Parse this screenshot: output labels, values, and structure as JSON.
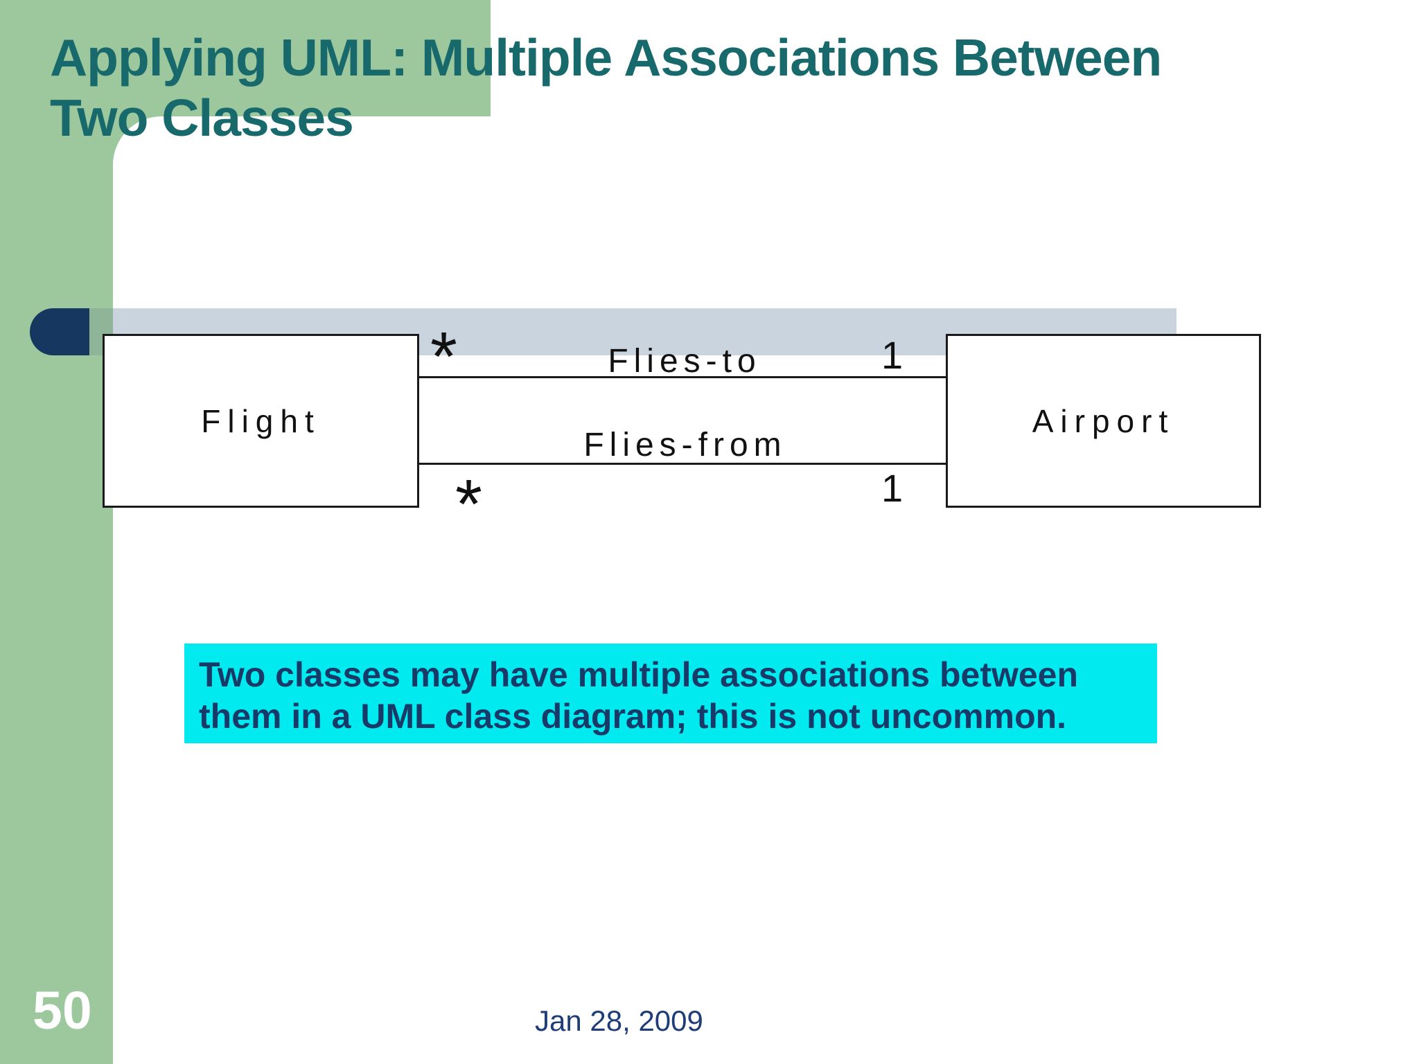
{
  "slide": {
    "title_lines": [
      "Applying UML: Multiple Associations Between",
      "Two Classes"
    ],
    "page_number": "50",
    "date": "Jan 28, 2009"
  },
  "uml_diagram": {
    "classes": [
      {
        "name": "Flight"
      },
      {
        "name": "Airport"
      }
    ],
    "associations": [
      {
        "name": "Flies-to",
        "source": "Flight",
        "target": "Airport",
        "source_multiplicity": "*",
        "target_multiplicity": "1"
      },
      {
        "name": "Flies-from",
        "source": "Flight",
        "target": "Airport",
        "source_multiplicity": "*",
        "target_multiplicity": "1"
      }
    ]
  },
  "note": {
    "lines": [
      "Two classes may have multiple associations between",
      "them in a UML class diagram; this is not uncommon."
    ]
  },
  "colors": {
    "slide_green": "#9DC89D",
    "title_teal": "#17696B",
    "accent_navy": "#16375F",
    "band_gray": "#CAD4DE",
    "band_green_overlay": "#8FB497",
    "note_cyan": "#00EAF0",
    "note_text_navy": "#173A68",
    "date_navy": "#1E3C78",
    "diagram_black": "#1A1A1A",
    "page_number_white": "#FFFFFF"
  }
}
